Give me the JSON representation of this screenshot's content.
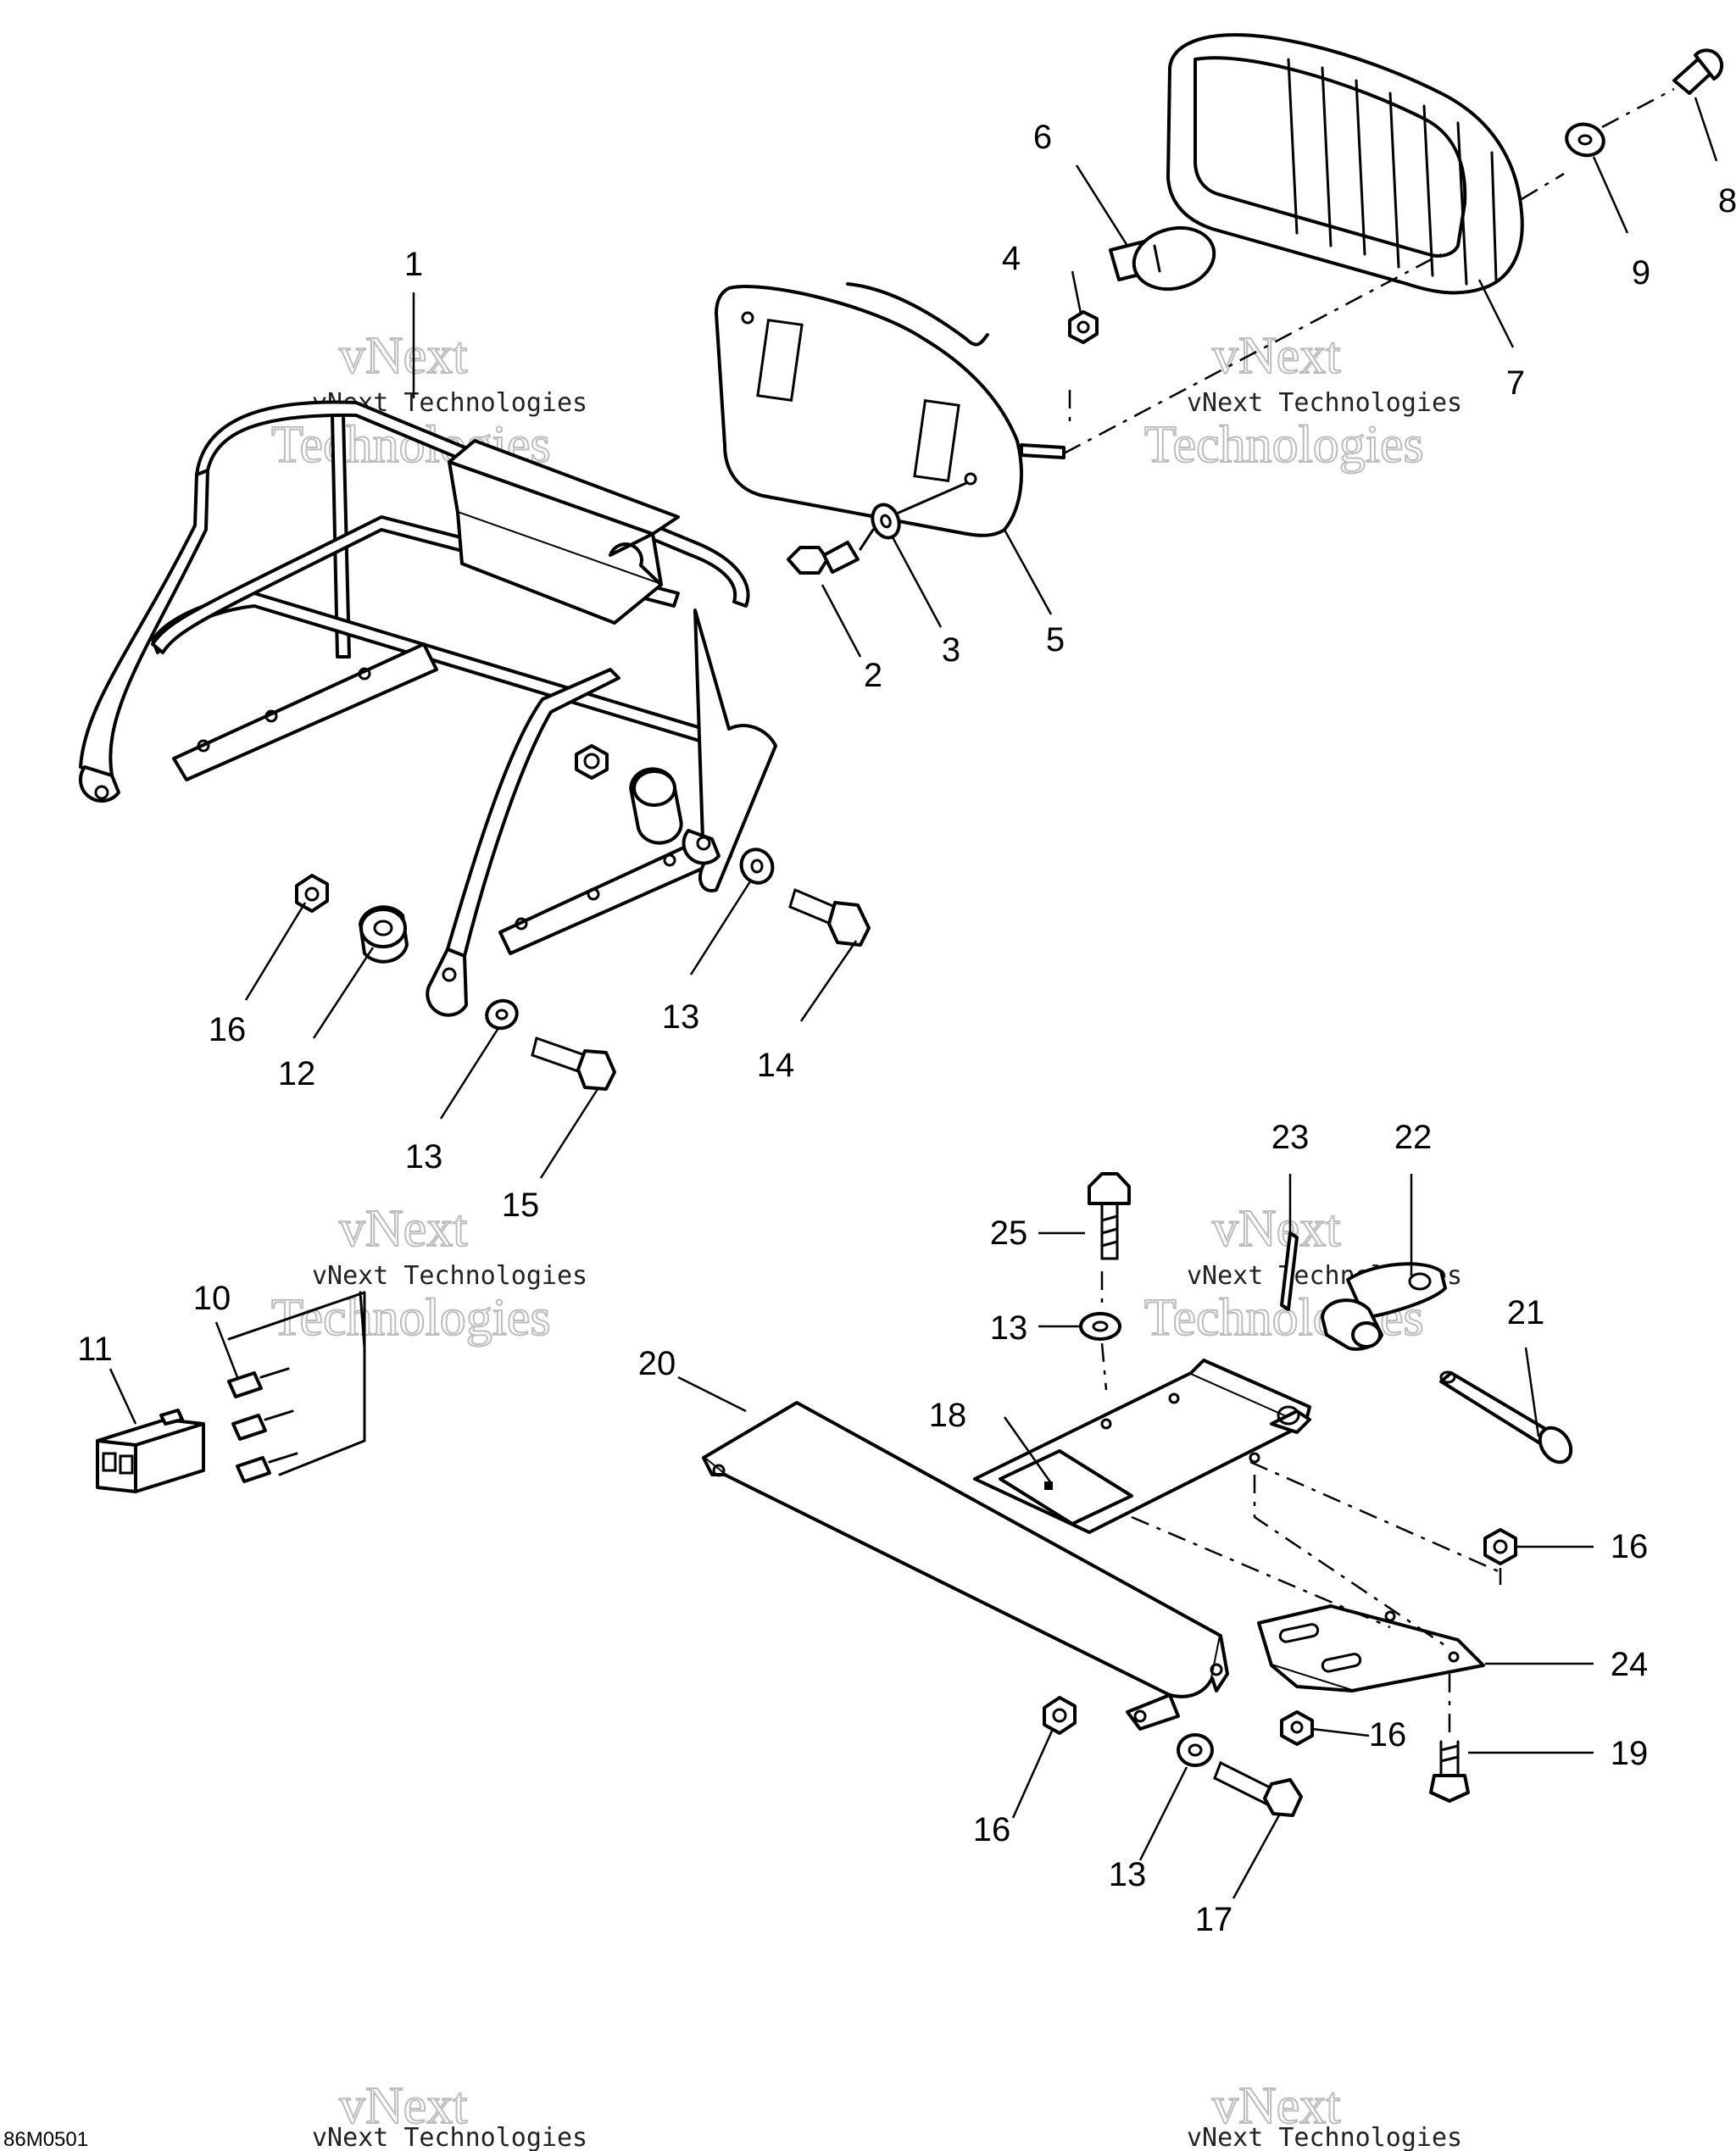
{
  "figure_code": "86M0501",
  "watermark": {
    "brand": "vNext",
    "word": "Technologies",
    "full": "vNext Technologies"
  },
  "callouts": [
    {
      "id": "c1",
      "label": "1"
    },
    {
      "id": "c2",
      "label": "2"
    },
    {
      "id": "c3",
      "label": "3"
    },
    {
      "id": "c4",
      "label": "4"
    },
    {
      "id": "c5",
      "label": "5"
    },
    {
      "id": "c6",
      "label": "6"
    },
    {
      "id": "c7",
      "label": "7"
    },
    {
      "id": "c8",
      "label": "8"
    },
    {
      "id": "c9",
      "label": "9"
    },
    {
      "id": "c10",
      "label": "10"
    },
    {
      "id": "c11",
      "label": "11"
    },
    {
      "id": "c12",
      "label": "12"
    },
    {
      "id": "c13a",
      "label": "13"
    },
    {
      "id": "c13b",
      "label": "13"
    },
    {
      "id": "c13c",
      "label": "13"
    },
    {
      "id": "c13d",
      "label": "13"
    },
    {
      "id": "c14",
      "label": "14"
    },
    {
      "id": "c15",
      "label": "15"
    },
    {
      "id": "c16a",
      "label": "16"
    },
    {
      "id": "c16b",
      "label": "16"
    },
    {
      "id": "c16c",
      "label": "16"
    },
    {
      "id": "c16d",
      "label": "16"
    },
    {
      "id": "c17",
      "label": "17"
    },
    {
      "id": "c18",
      "label": "18"
    },
    {
      "id": "c19",
      "label": "19"
    },
    {
      "id": "c20",
      "label": "20"
    },
    {
      "id": "c21",
      "label": "21"
    },
    {
      "id": "c22",
      "label": "22"
    },
    {
      "id": "c23",
      "label": "23"
    },
    {
      "id": "c24",
      "label": "24"
    },
    {
      "id": "c25",
      "label": "25"
    }
  ]
}
